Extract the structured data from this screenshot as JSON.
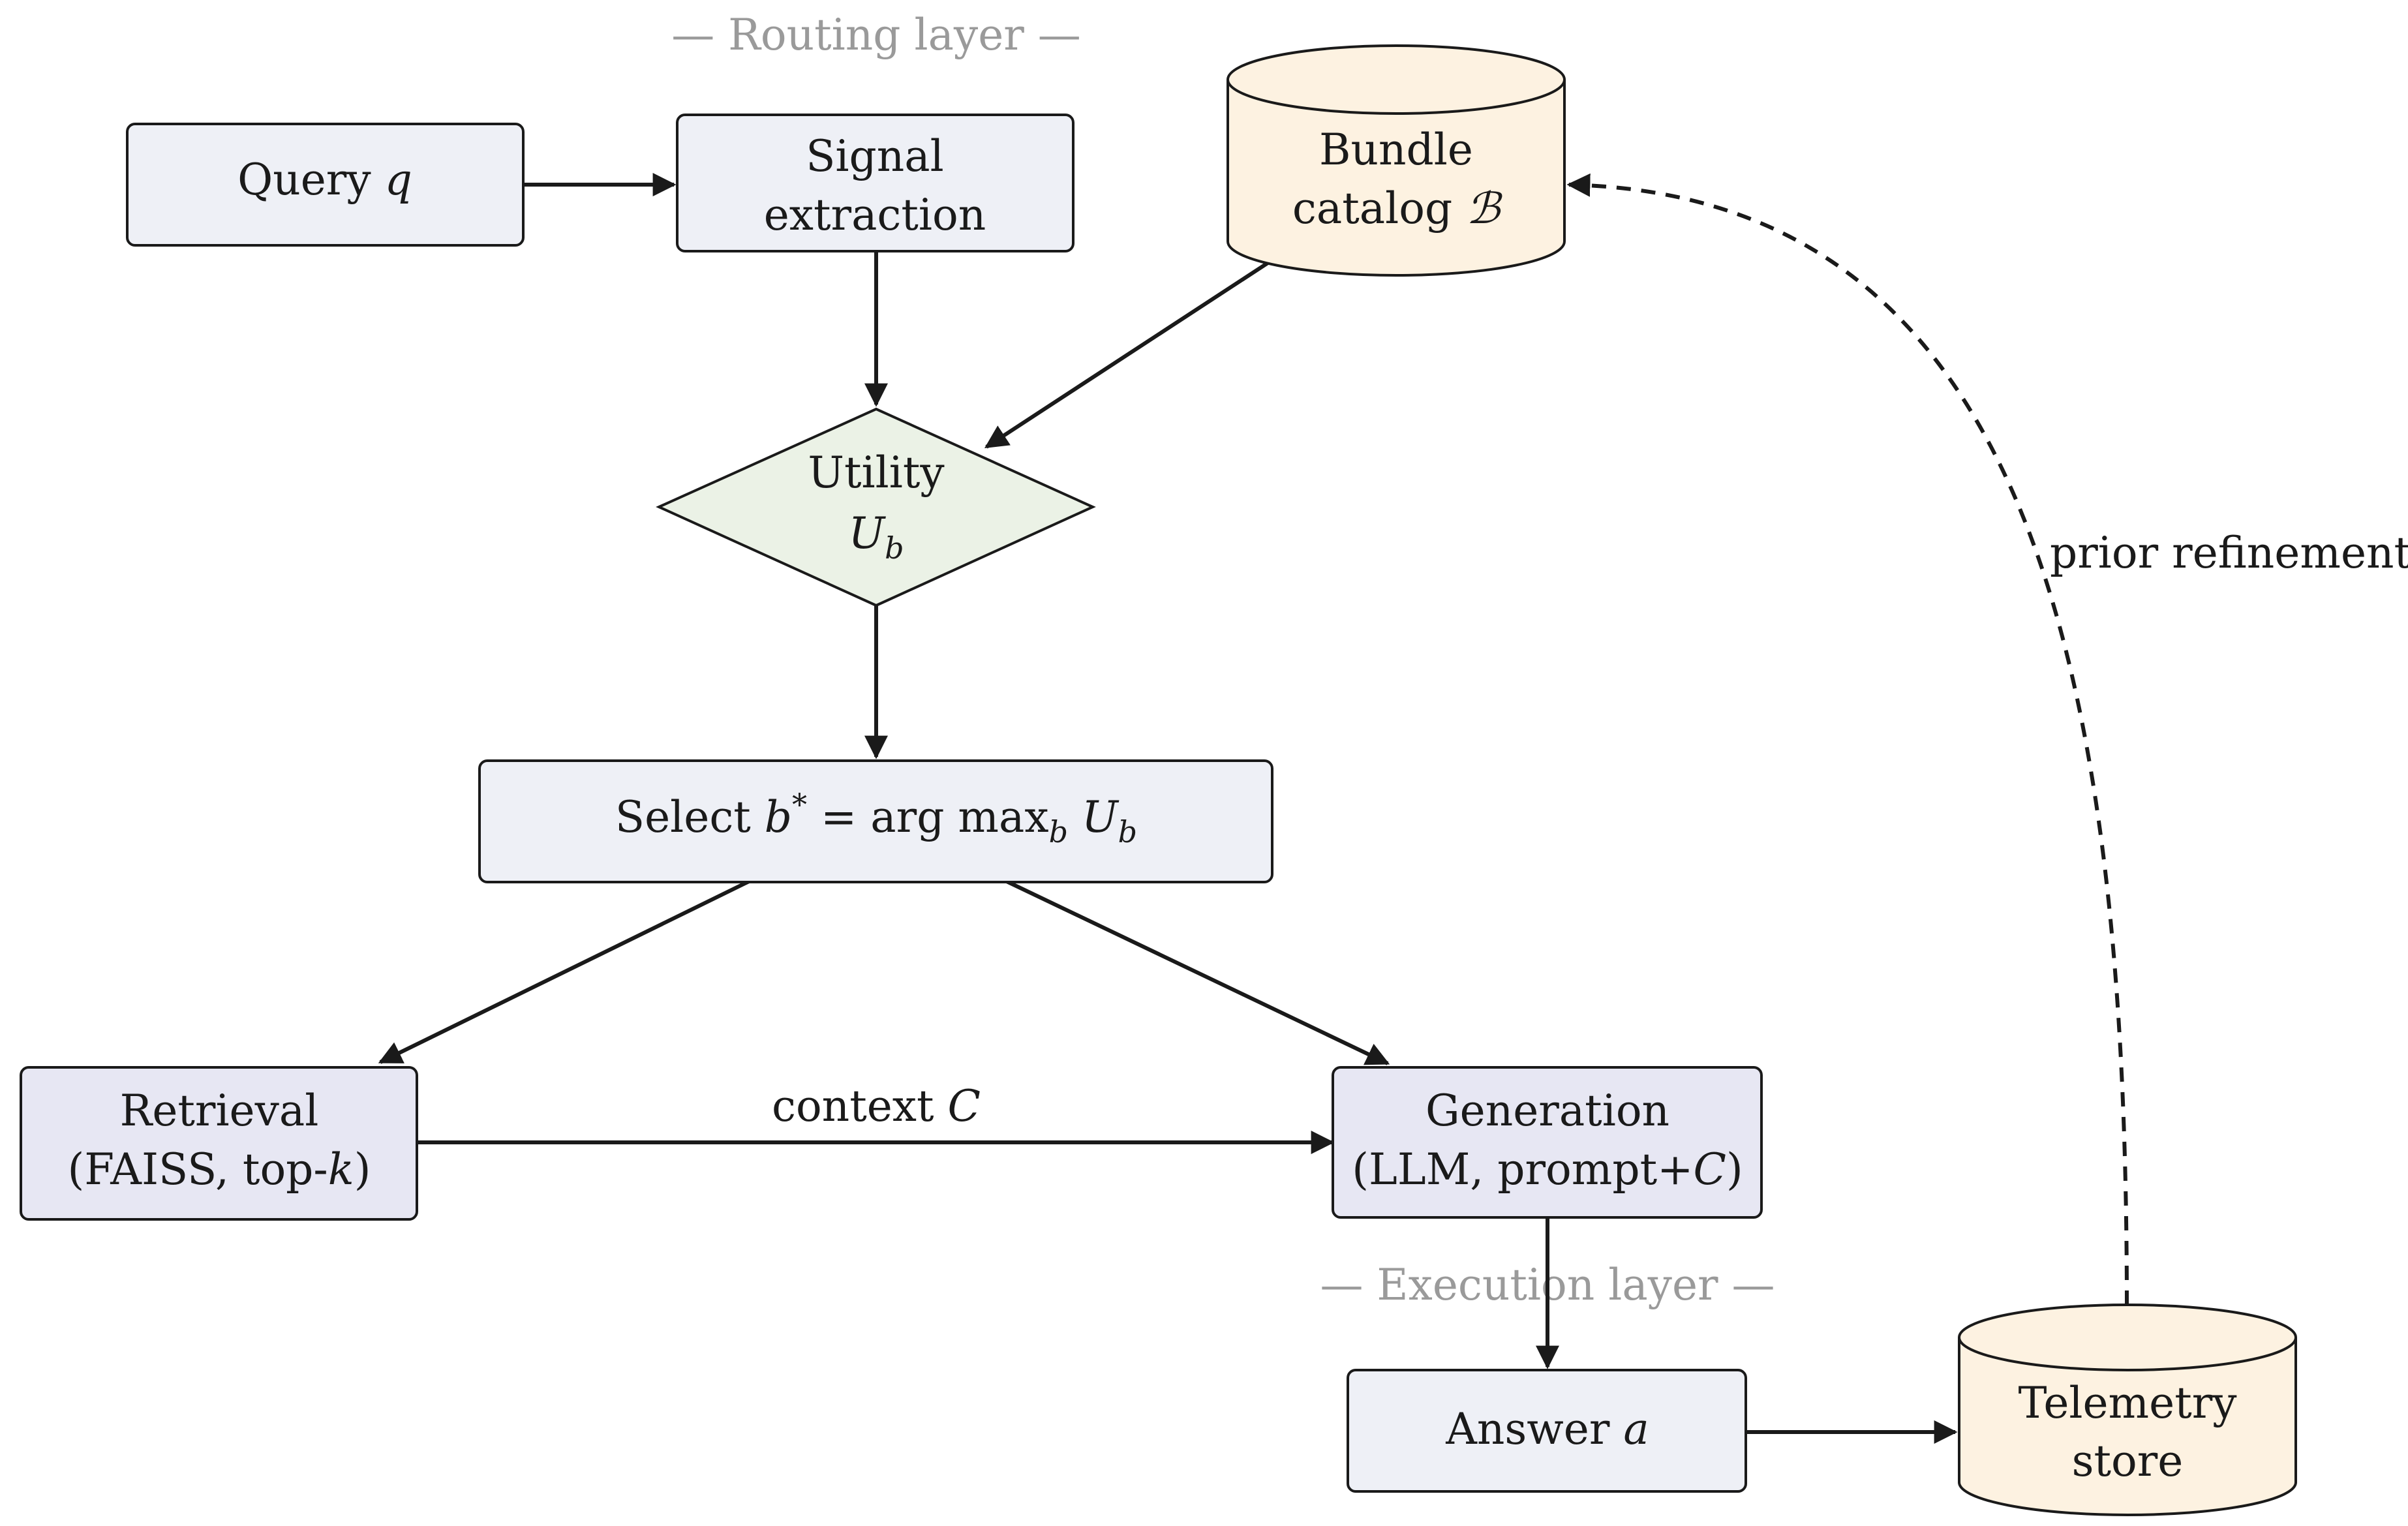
{
  "layers": {
    "routing": "— Routing layer —",
    "execution": "— Execution layer —"
  },
  "nodes": {
    "query": {
      "text": "Query ",
      "var": "q"
    },
    "signal": {
      "line1": "Signal",
      "line2": "extraction"
    },
    "bundle": {
      "line1": "Bundle",
      "line2_text": "catalog ",
      "line2_var": "ℬ"
    },
    "utility": {
      "line1": "Utility",
      "var": "U",
      "sub": "b"
    },
    "select": {
      "text": "Select ",
      "var_b": "b",
      "sup": "*",
      "eq": " = arg max",
      "sub1": "b",
      "var_u": " U",
      "sub2": "b"
    },
    "retrieval": {
      "line1": "Retrieval",
      "line2_text": "(FAISS, top-",
      "line2_var": "k",
      "line2_end": ")"
    },
    "generation": {
      "line1": "Generation",
      "line2_text": "(LLM, prompt+",
      "line2_var": "C",
      "line2_end": ")"
    },
    "answer": {
      "text": "Answer ",
      "var": "a"
    },
    "telemetry": {
      "line1": "Telemetry",
      "line2": "store"
    }
  },
  "edges": {
    "context": {
      "text": "context ",
      "var": "C"
    },
    "prior": "prior refinement"
  },
  "colors": {
    "box_fill": "#eef0f6",
    "exec_fill": "#e7e7f3",
    "diamond_fill": "#ebf2e6",
    "store_fill": "#fdf2e1",
    "layer_label": "#9a9a9a"
  }
}
